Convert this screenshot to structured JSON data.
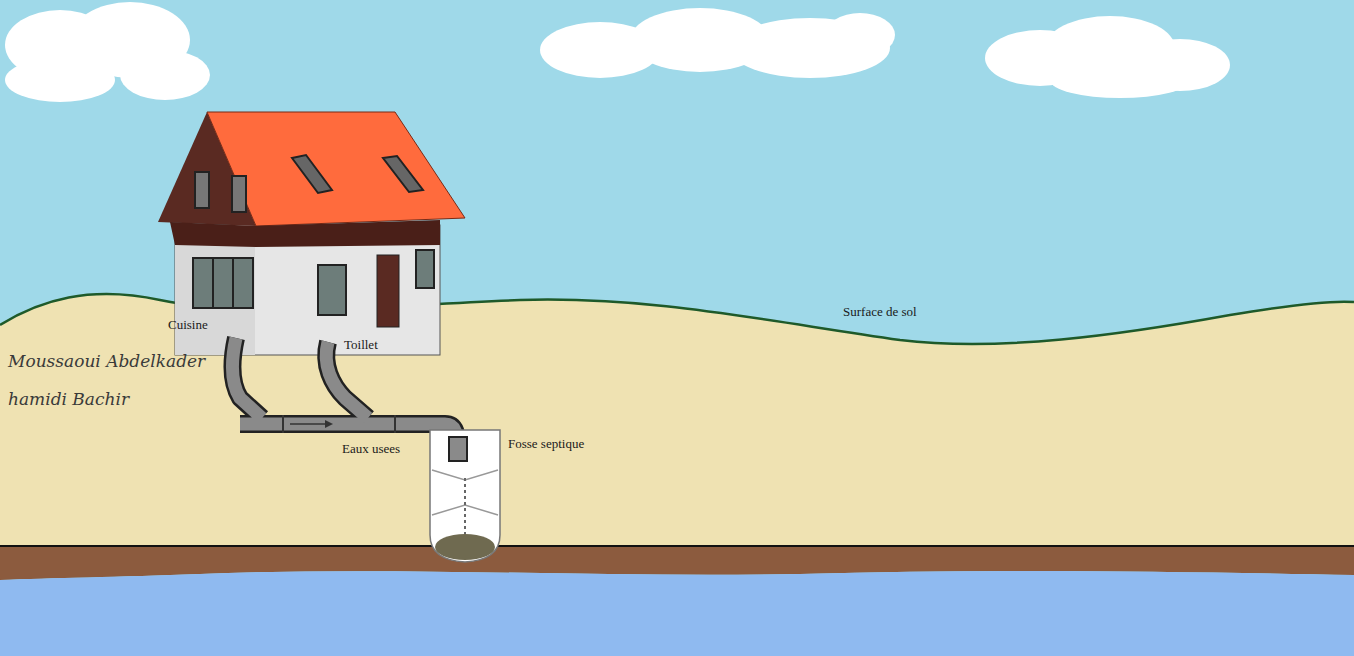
{
  "diagram": {
    "labels": [
      "Cuisine",
      "Toillet",
      "Eaux usees",
      "Fosse septique",
      "Surface de sol",
      "Moussaoui Abdelkader",
      "hamidi Bachir"
    ]
  }
}
